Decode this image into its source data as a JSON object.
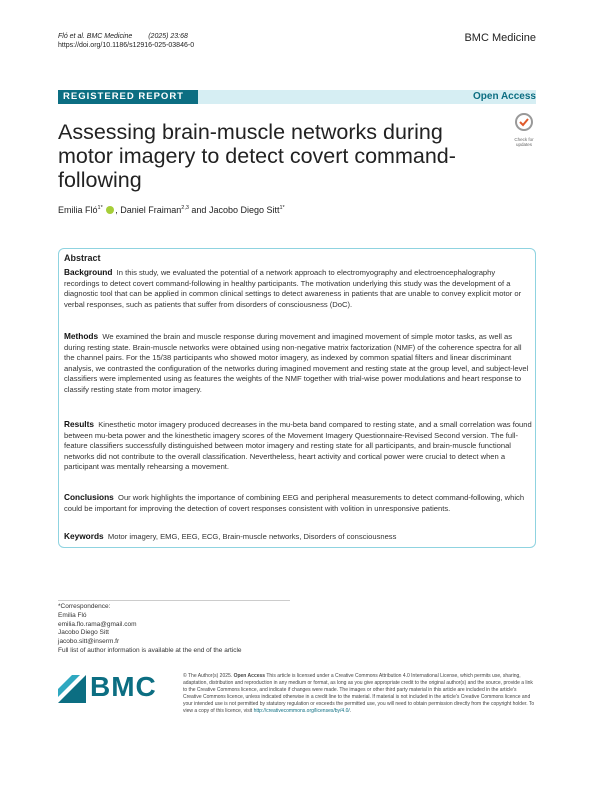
{
  "header": {
    "citation_authors": "Fló et al. BMC Medicine",
    "citation_year": "(2025) 23:68",
    "doi": "https://doi.org/10.1186/s12916-025-03846-0",
    "journal": "BMC Medicine"
  },
  "banner": {
    "type": "REGISTERED REPORT",
    "access": "Open Access"
  },
  "article": {
    "title": "Assessing brain-muscle networks during motor imagery to detect covert command-following",
    "author1": "Emilia Fló",
    "author1_sup": "1*",
    "author_rest": ", Daniel Fraiman",
    "author2_sup": "2,3",
    "author3": " and Jacobo Diego Sitt",
    "author3_sup": "1*"
  },
  "check_badge": {
    "line1": "Check for",
    "line2": "updates"
  },
  "abstract": {
    "heading": "Abstract",
    "background_label": "Background",
    "background_text": "In this study, we evaluated the potential of a network approach to electromyography and electroencephalography recordings to detect covert command-following in healthy participants. The motivation underlying this study was the development of a diagnostic tool that can be applied in common clinical settings to detect awareness in patients that are unable to convey explicit motor or verbal responses, such as patients that suffer from disorders of consciousness (DoC).",
    "methods_label": "Methods",
    "methods_text": "We examined the brain and muscle response during movement and imagined movement of simple motor tasks, as well as during resting state. Brain-muscle networks were obtained using non-negative matrix factorization (NMF) of the coherence spectra for all the channel pairs. For the 15/38 participants who showed motor imagery, as indexed by common spatial filters and linear discriminant analysis, we contrasted the configuration of the networks during imagined movement and resting state at the group level, and subject-level classifiers were implemented using as features the weights of the NMF together with trial-wise power modulations and heart response to classify resting state from motor imagery.",
    "results_label": "Results",
    "results_text": "Kinesthetic motor imagery produced decreases in the mu-beta band compared to resting state, and a small correlation was found between mu-beta power and the kinesthetic imagery scores of the Movement Imagery Questionnaire-Revised Second version. The full-feature classifiers successfully distinguished between motor imagery and resting state for all participants, and brain-muscle functional networks did not contribute to the overall classification. Nevertheless, heart activity and cortical power were crucial to detect when a participant was mentally rehearsing a movement.",
    "conclusions_label": "Conclusions",
    "conclusions_text": "Our work highlights the importance of combining EEG and peripheral measurements to detect command-following, which could be important for improving the detection of covert responses consistent with volition in unresponsive patients.",
    "keywords_label": "Keywords",
    "keywords_text": "Motor imagery, EMG, EEG, ECG, Brain-muscle networks, Disorders of consciousness"
  },
  "correspondence": {
    "label": "*Correspondence:",
    "name1": "Emilia Fló",
    "email1": "emilia.flo.rama@gmail.com",
    "name2": "Jacobo Diego Sitt",
    "email2": "jacobo.sitt@inserm.fr",
    "note": "Full list of author information is available at the end of the article"
  },
  "license": {
    "prefix": "© The Author(s) 2025. ",
    "open_access": "Open Access",
    "text": " This article is licensed under a Creative Commons Attribution 4.0 International License, which permits use, sharing, adaptation, distribution and reproduction in any medium or format, as long as you give appropriate credit to the original author(s) and the source, provide a link to the Creative Commons licence, and indicate if changes were made. The images or other third party material in this article are included in the article's Creative Commons licence, unless indicated otherwise in a credit line to the material. If material is not included in the article's Creative Commons licence and your intended use is not permitted by statutory regulation or exceeds the permitted use, you will need to obtain permission directly from the copyright holder. To view a copy of this licence, visit ",
    "url": "http://creativecommons.org/licenses/by/4.0/",
    "end": "."
  },
  "publisher": {
    "name": "BMC"
  },
  "colors": {
    "accent": "#0c6e82",
    "banner_light": "#d6eef3",
    "abstract_border": "#8fd3e0"
  }
}
